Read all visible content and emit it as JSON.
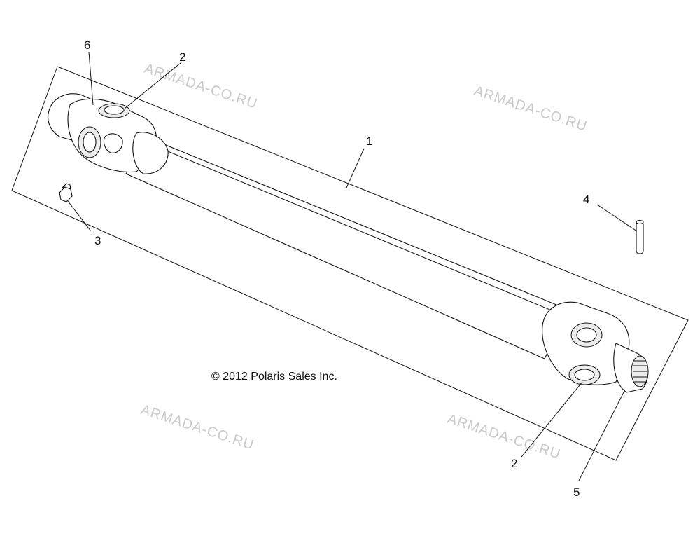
{
  "diagram": {
    "copyright": "© 2012 Polaris Sales Inc.",
    "watermark": "ARMADA-CO.RU",
    "callouts": [
      {
        "id": "c1",
        "label": "1"
      },
      {
        "id": "c2a",
        "label": "2"
      },
      {
        "id": "c2b",
        "label": "2"
      },
      {
        "id": "c3",
        "label": "3"
      },
      {
        "id": "c4",
        "label": "4"
      },
      {
        "id": "c5",
        "label": "5"
      },
      {
        "id": "c6",
        "label": "6"
      }
    ]
  }
}
